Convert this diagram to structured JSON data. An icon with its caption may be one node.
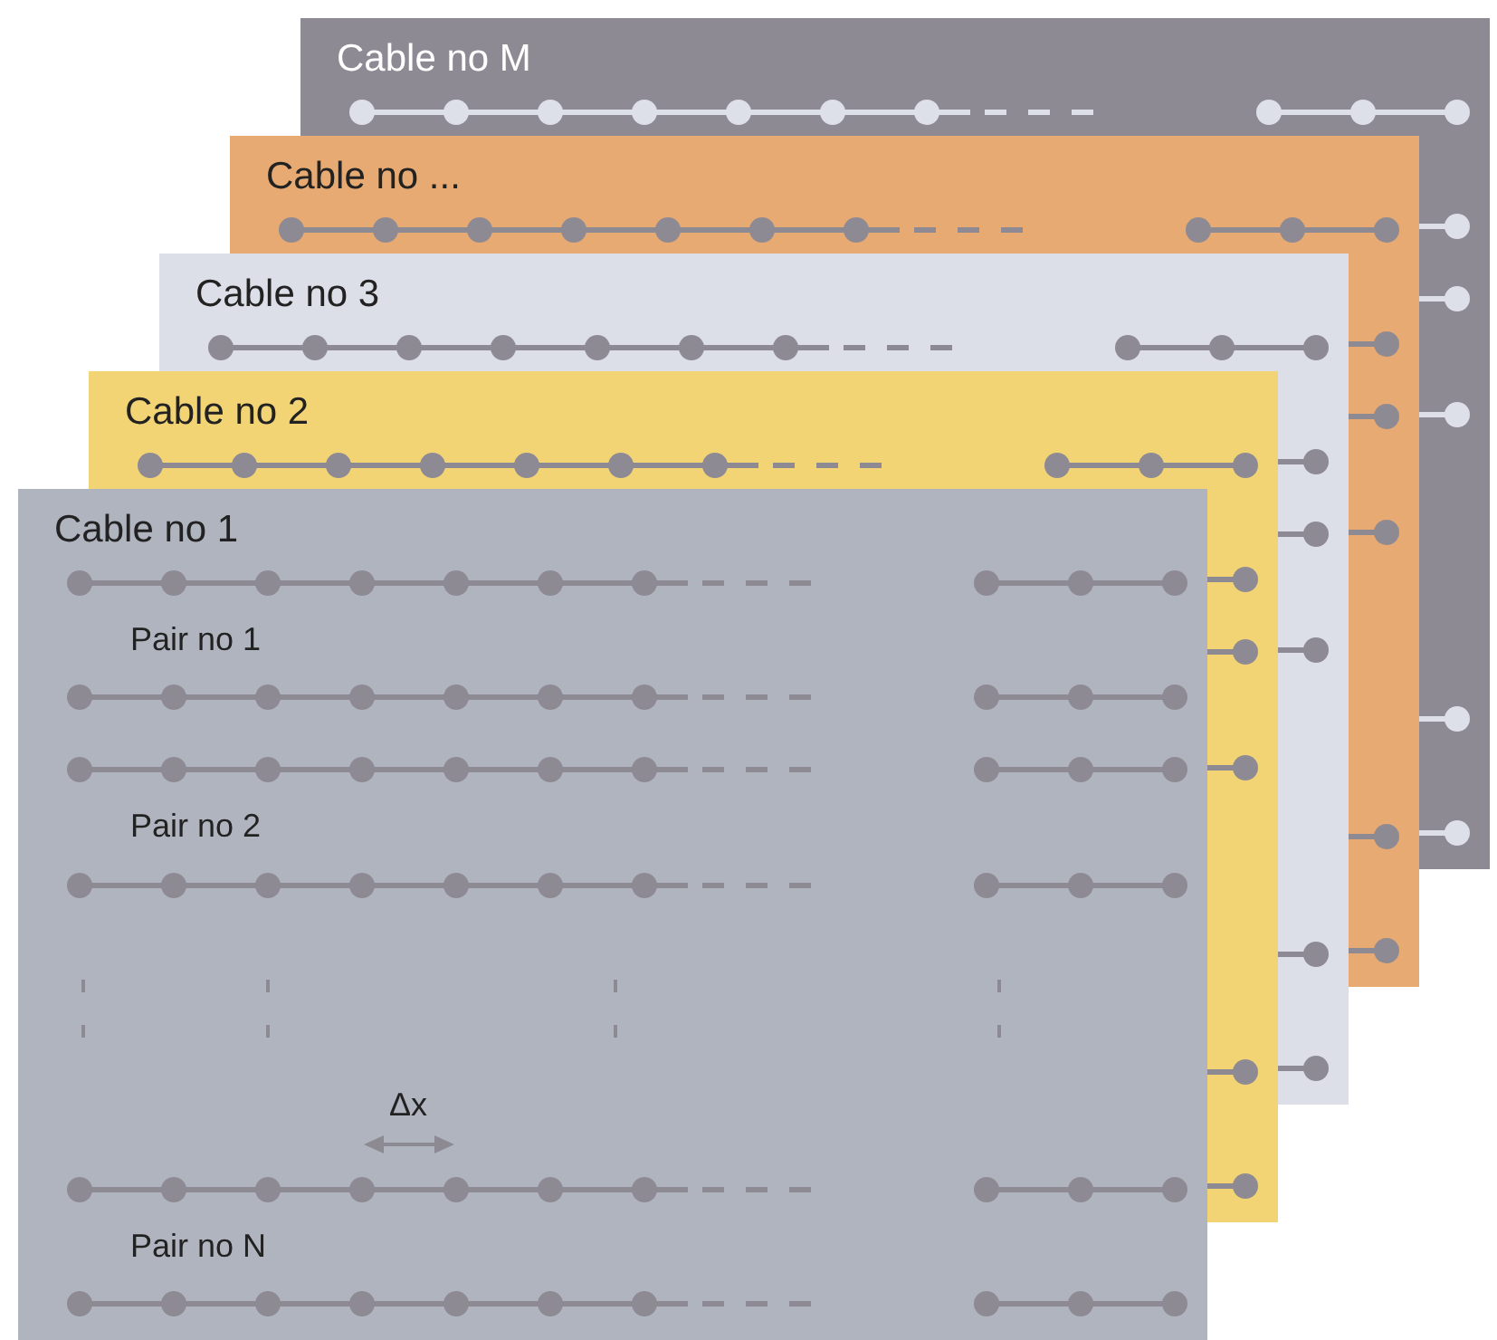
{
  "diagram": {
    "nodes": [
      {
        "text": [
          "Cable no M"
        ]
      },
      {
        "text": [
          "Cable no ..."
        ]
      },
      {
        "text": [
          "Cable no 3"
        ]
      },
      {
        "text": [
          "Cable no 2"
        ]
      },
      {
        "text": [
          "Cable no 1"
        ]
      }
    ],
    "labels": [
      "Pair no 1",
      "Pair no 2",
      "Δx",
      "Pair no N"
    ]
  }
}
